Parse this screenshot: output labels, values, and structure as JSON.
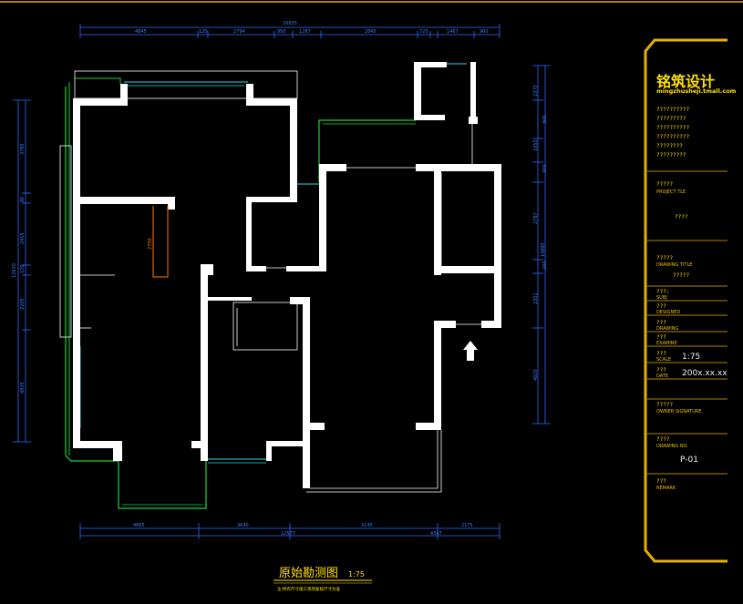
{
  "drawing": {
    "title": "原始勘测图",
    "title_scale": "1:75",
    "note": "注:所有尺寸施工现场复核尺寸为准",
    "room_dim_label": "2750"
  },
  "top_dims": {
    "overall": "16835",
    "segments": [
      "4845",
      "120",
      "2794",
      "950",
      "1287",
      "2845",
      "720",
      "1467",
      "900"
    ]
  },
  "bottom_dims": {
    "segments": [
      "4865",
      "3640",
      "3145",
      "2175"
    ],
    "sub": [
      "12577",
      "4347"
    ]
  },
  "left_dims": {
    "overall": "12630",
    "segments": [
      "3785",
      "80",
      "2415",
      "120",
      "2205",
      "4835"
    ]
  },
  "right_dims": {
    "overall": "14895",
    "segments": [
      "2375",
      "300",
      "1055",
      "300",
      "2787",
      "200",
      "2351",
      "4820"
    ]
  },
  "panel": {
    "company_name": "铭筑设计",
    "company_url": "mingzhusheji.tmall.com",
    "info_lines": [
      "??????????",
      "?????????",
      "??????????",
      "??????????",
      "????????"
    ],
    "project_label": "?????",
    "project_label_en": "PROJECT TLE",
    "project_value": "????",
    "drawing_title_label": "?????",
    "drawing_title_en": "DRAWING TITLE",
    "drawing_title_value": "?????",
    "scale_value": "1:75",
    "date_value": "200x.xx.xx",
    "drawing_no_value": "P-01",
    "fields": [
      {
        "q": "???:",
        "en": "SUBJ"
      },
      {
        "q": "???",
        "en": "DESIGNED"
      },
      {
        "q": "???",
        "en": "DRAWING"
      },
      {
        "q": "???",
        "en": "EXAMINE"
      },
      {
        "q": "???",
        "en": "SCALE"
      },
      {
        "q": "???",
        "en": "DATE"
      },
      {
        "q": "?????",
        "en": "OWNER SIGNATURE"
      },
      {
        "q": "????",
        "en": "DRAWING NO."
      },
      {
        "q": "???",
        "en": "REMARK"
      }
    ]
  },
  "colors": {
    "wall": "#ffffff",
    "window_green": "#19d43a",
    "window_cyan": "#27d8e6",
    "dimension": "#2e6cff",
    "panel": "#e8b000",
    "highlight": "#ff7a00"
  }
}
